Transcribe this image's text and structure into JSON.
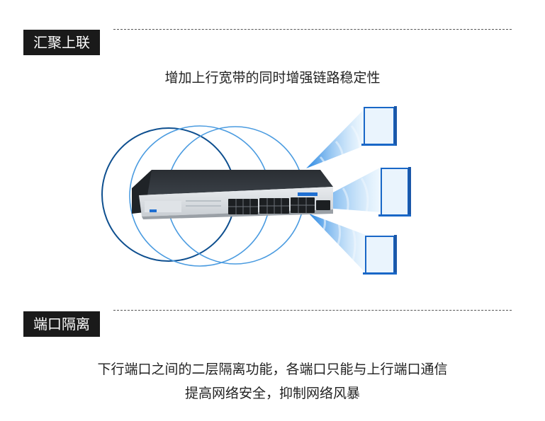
{
  "sections": [
    {
      "label": "汇聚上联",
      "caption": "增加上行宽带的同时增强链路稳定性"
    },
    {
      "label": "端口隔离",
      "lines": [
        "下行端口之间的二层隔离功能，各端口只能与上行端口通信",
        "提高网络安全，抑制网络风暴"
      ]
    }
  ],
  "colors": {
    "label_bg": "#1a1a1a",
    "ring_dark": "#0e4f8f",
    "ring_light": "#4a9be0",
    "beam": "#3aa3ef",
    "laptop_screen": "#eaf4fd",
    "laptop_frame": "#1967c7"
  },
  "icons": [
    "network-switch-icon",
    "laptop-icon",
    "signal-beam-icon"
  ]
}
